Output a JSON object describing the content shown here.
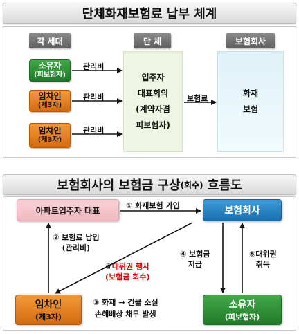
{
  "section1": {
    "title": "단체화재보험료 납부 체계",
    "col_household": "각 세대",
    "col_group": "단 체",
    "col_insurer": "보험회사",
    "owner": {
      "name": "소유자",
      "sub": "(피보험자)"
    },
    "tenant1": {
      "name": "임차인",
      "sub": "(제3자)"
    },
    "tenant2": {
      "name": "임차인",
      "sub": "(제3자)"
    },
    "fee_label_1": "관리비",
    "fee_label_2": "관리비",
    "fee_label_3": "관리비",
    "council_lines": [
      "입주자",
      "대표회의",
      "(계약자겸",
      "피보험자)"
    ],
    "premium_label": "보험료",
    "insurance_lines": [
      "화재",
      "보험"
    ]
  },
  "section2": {
    "title_main": "보험회사의 보험금 구상",
    "title_paren": "(회수)",
    "title_tail": " 흐름도",
    "node_council": "아파트입주자 대표",
    "node_insurer": "보험회사",
    "node_tenant": {
      "name": "임차인",
      "sub": "(제3자)"
    },
    "node_owner": {
      "name": "소유자",
      "sub": "(피보험자)"
    },
    "step1": "① 화재보험 가입",
    "step2_lines": [
      "② 보험료 납입",
      "(관리비)"
    ],
    "step3_lines": [
      "③ 화재 → 건물 소실",
      "손해배상 채무 발생"
    ],
    "step4_lines": [
      "④ 보험금",
      "지급"
    ],
    "step5_lines": [
      "⑤대위권",
      "취득"
    ],
    "step6_num": "⑥",
    "step6_red": "대위권 행사",
    "step6_sub": "(보험금 회수)"
  },
  "colors": {
    "green": "#2e8b35",
    "orange": "#e57f1c",
    "council_bg": "#f4c5cb",
    "insurer_blue": "#1f7fc2",
    "group_box": "#eef5e2",
    "insurer_box": "#def2f8",
    "red_text": "#e00000"
  }
}
